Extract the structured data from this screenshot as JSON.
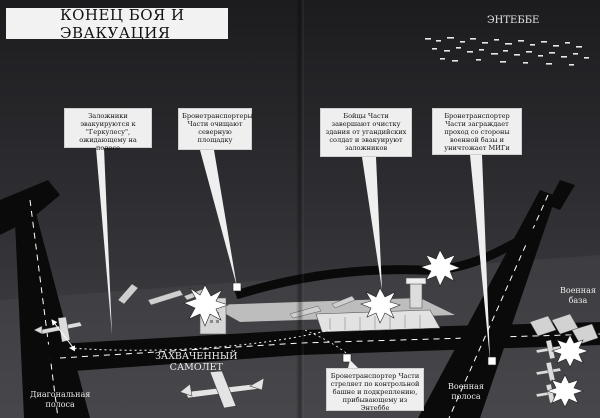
{
  "title": "КОНЕЦ БОЯ И ЭВАКУАЦИЯ",
  "location": "ЭНТЕББЕ",
  "callouts": {
    "hostages": "Заложники эвакуируются к \"Геркулесу\", ожидающему на полосе",
    "apc_north": "Бронетранспортеры Части очищают северную площадку",
    "soldiers": "Бойцы Части завершают очистку здания от угандийских солдат и эвакуируют заложников",
    "apc_migs": "Бронетранспортер Части заграждает проход со стороны военной базы и уничтожает МИГи",
    "apc_tower": "Бронетранспортер Части стреляет по контрольной башне и подкреплению, прибывающему из Энтеббе"
  },
  "labels": {
    "hijacked_line1": "ЗАХВАЧЕННЫЙ",
    "hijacked_line2": "САМОЛЕТ",
    "diagonal_line1": "Диагональная",
    "diagonal_line2": "полоса",
    "military_line1": "Военная",
    "military_line2": "полоса",
    "base_line1": "Военная",
    "base_line2": "база"
  },
  "colors": {
    "callout_bg": "#efefef",
    "runway": "#0a0a0a",
    "apron": "#c9c9c9",
    "explosion": "#ffffff"
  }
}
